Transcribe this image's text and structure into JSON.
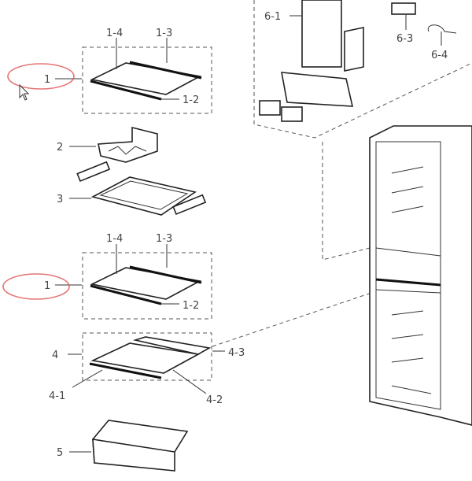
{
  "diagram": {
    "labels": {
      "shelf_top": {
        "part": "1",
        "p1_4": "1-4",
        "p1_3": "1-3",
        "p1_2": "1-2"
      },
      "wine_rack": "2",
      "tray": "3",
      "shelf_mid": {
        "part": "1",
        "p1_4": "1-4",
        "p1_3": "1-3",
        "p1_2": "1-2"
      },
      "shelf_split": {
        "part": "4",
        "p4_1": "4-1",
        "p4_2": "4-2",
        "p4_3": "4-3"
      },
      "drawer": "5",
      "duct": {
        "p6_1": "6-1",
        "p6_3": "6-3",
        "p6_4": "6-4"
      }
    },
    "highlight_color": "#e05a5a"
  }
}
